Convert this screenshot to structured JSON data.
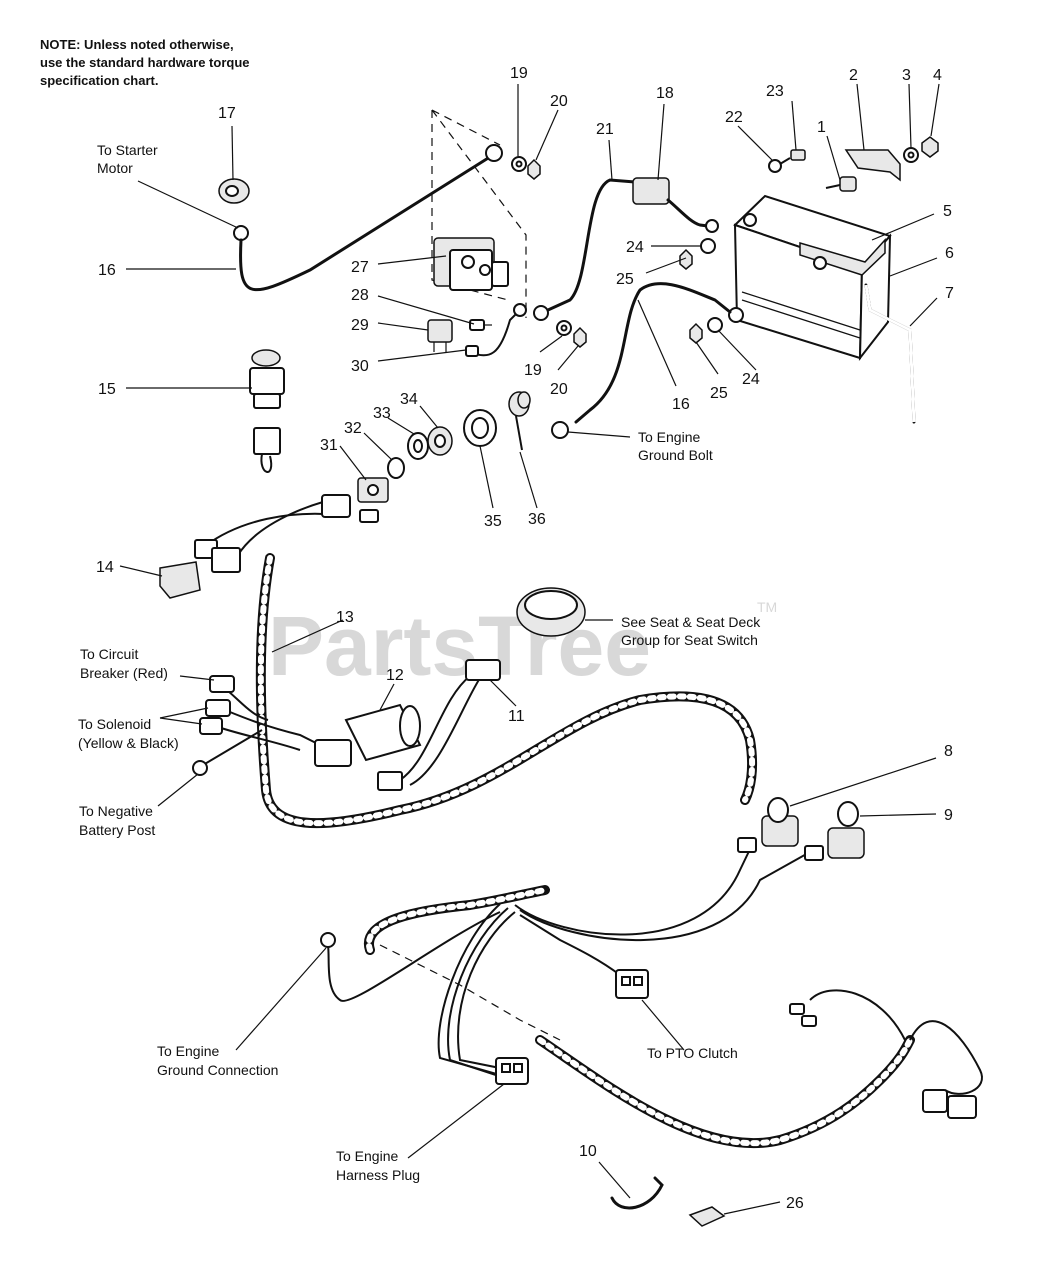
{
  "note": {
    "line1": "NOTE: Unless noted otherwise,",
    "line2": "use the standard hardware torque",
    "line3": "specification chart."
  },
  "watermark": {
    "text": "PartsTree",
    "tm": "TM"
  },
  "callouts": {
    "c1": "1",
    "c2": "2",
    "c3": "3",
    "c4": "4",
    "c5": "5",
    "c6": "6",
    "c7": "7",
    "c8": "8",
    "c9": "9",
    "c10": "10",
    "c11": "11",
    "c12": "12",
    "c13": "13",
    "c14": "14",
    "c15": "15",
    "c16a": "16",
    "c16b": "16",
    "c17": "17",
    "c18": "18",
    "c19a": "19",
    "c19b": "19",
    "c20a": "20",
    "c20b": "20",
    "c21": "21",
    "c22": "22",
    "c23": "23",
    "c24a": "24",
    "c24b": "24",
    "c25a": "25",
    "c25b": "25",
    "c26": "26",
    "c27": "27",
    "c28": "28",
    "c29": "29",
    "c30": "30",
    "c31": "31",
    "c32": "32",
    "c33": "33",
    "c34": "34",
    "c35": "35",
    "c36": "36"
  },
  "labels": {
    "starter_1": "To Starter",
    "starter_2": "Motor",
    "engine_ground_bolt_1": "To Engine",
    "engine_ground_bolt_2": "Ground Bolt",
    "seat_switch_1": "See Seat & Seat Deck",
    "seat_switch_2": "Group for Seat Switch",
    "circuit_breaker_1": "To Circuit",
    "circuit_breaker_2": "Breaker (Red)",
    "solenoid_1": "To Solenoid",
    "solenoid_2": "(Yellow & Black)",
    "neg_battery_1": "To Negative",
    "neg_battery_2": "Battery Post",
    "engine_ground_conn_1": "To Engine",
    "engine_ground_conn_2": "Ground Connection",
    "pto_clutch": "To PTO Clutch",
    "engine_harness_1": "To Engine",
    "engine_harness_2": "Harness Plug"
  }
}
